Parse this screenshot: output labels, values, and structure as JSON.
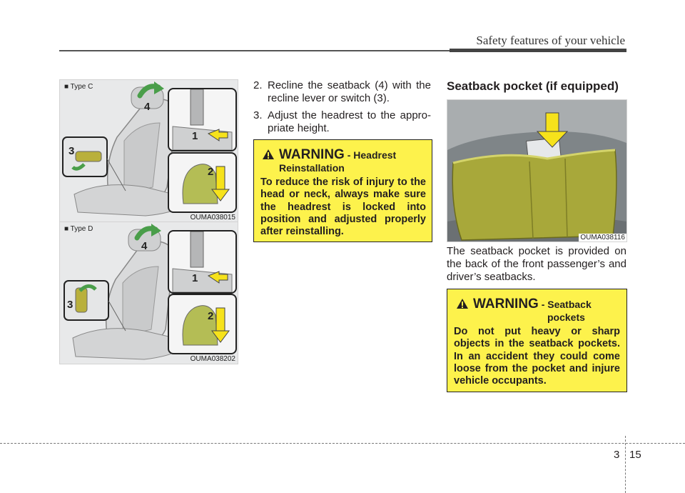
{
  "header": {
    "title": "Safety features of your vehicle"
  },
  "figures": {
    "type_c": {
      "label": "■ Type C",
      "caption": "OUMA038015",
      "n1": "1",
      "n2": "2",
      "n3": "3",
      "n4": "4"
    },
    "type_d": {
      "label": "■ Type D",
      "caption": "OUMA038202",
      "n1": "1",
      "n2": "2",
      "n3": "3",
      "n4": "4"
    },
    "pocket": {
      "caption": "OUMA038116"
    }
  },
  "steps": [
    {
      "num": "2.",
      "text": "Recline the seatback (4) with the recline lever or switch (3)."
    },
    {
      "num": "3.",
      "text": "Adjust the headrest to the appro-priate height."
    }
  ],
  "warning_headrest": {
    "title": "WARNING",
    "subtitle_line1": " - Headrest",
    "subtitle_line2": "Reinstallation",
    "body": "To reduce the risk of injury to the head or neck, always make sure the headrest is locked into position and adjusted properly after reinstalling."
  },
  "section": {
    "title": "Seatback pocket (if equipped)",
    "body": "The seatback pocket is provided on the back of the front passenger’s and driver’s seatbacks."
  },
  "warning_pocket": {
    "title": "WARNING",
    "subtitle_line1": " - Seatback",
    "subtitle_line2": "pockets",
    "body": "Do not put heavy or sharp objects in the seatback pockets. In an accident they could come loose from the pocket and injure vehicle occupants."
  },
  "footer": {
    "chapter": "3",
    "page": "15"
  },
  "colors": {
    "warning_bg": "#fdf24c",
    "arrow_yellow": "#f6e21b",
    "pocket_olive": "#a8a83a"
  }
}
